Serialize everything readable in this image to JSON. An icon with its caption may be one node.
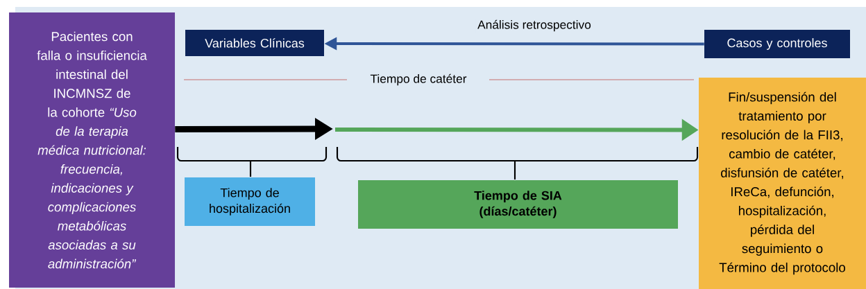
{
  "diagram": {
    "nodes": [
      {
        "text": [
          "Pacientes con falla o insuficiencia intestinal del INCMNSZ de la cohorte *“Uso de la terapia médica nutricional: frecuencia, indicaciones y complicaciones metabólicas asociadas a su administración”*"
        ]
      },
      {
        "text": [
          "Variables Clínicas"
        ]
      },
      {
        "text": [
          "Casos y controles"
        ]
      },
      {
        "text": [
          "Fin/suspensión del tratamiento por resolución de la FII3, cambio de catéter, disfunsión de catéter, IReCa, defunción, hospitalización, pérdida del seguimiento o Término del protocolo"
        ]
      },
      {
        "text": [
          "Tiempo de hospitalización"
        ]
      },
      {
        "text": [
          "Tiempo de SIA (días/catéter)"
        ]
      }
    ],
    "edges": [
      {
        "from": 0,
        "to": null,
        "arrow": "to"
      },
      {
        "from": null,
        "to": 3,
        "arrow": "to",
        "color": "#55a65a"
      },
      {
        "from": 2,
        "to": 1,
        "arrow": "to",
        "label": "Análisis retrospectivo",
        "color": "#2f5597"
      }
    ],
    "labels": [
      "Tiempo de catéter"
    ]
  }
}
